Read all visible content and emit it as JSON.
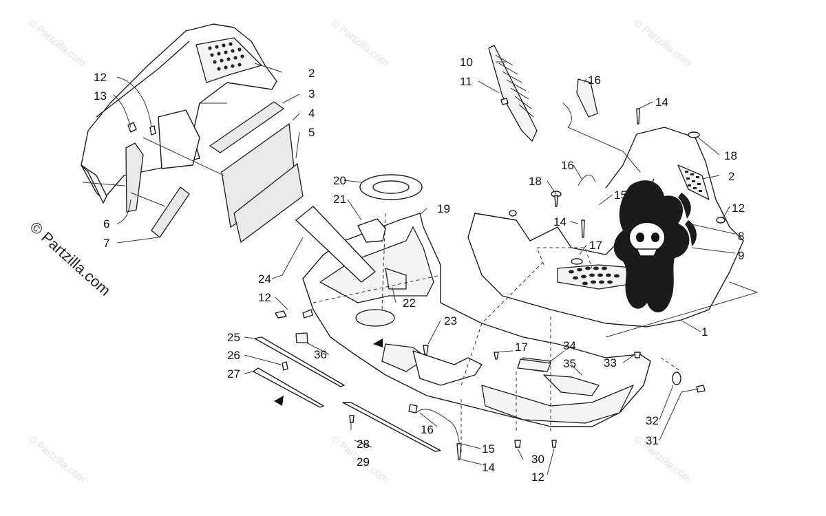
{
  "diagram": {
    "watermark": "© Partzilla.com",
    "copyright": "© Partzilla.com",
    "callouts": [
      "1",
      "2",
      "3",
      "4",
      "5",
      "6",
      "7",
      "8",
      "9",
      "10",
      "11",
      "12",
      "13",
      "14",
      "15",
      "16",
      "17",
      "18",
      "19",
      "20",
      "21",
      "22",
      "23",
      "24",
      "25",
      "26",
      "27",
      "28",
      "29",
      "30",
      "31",
      "32",
      "33",
      "34",
      "35",
      "36"
    ]
  }
}
